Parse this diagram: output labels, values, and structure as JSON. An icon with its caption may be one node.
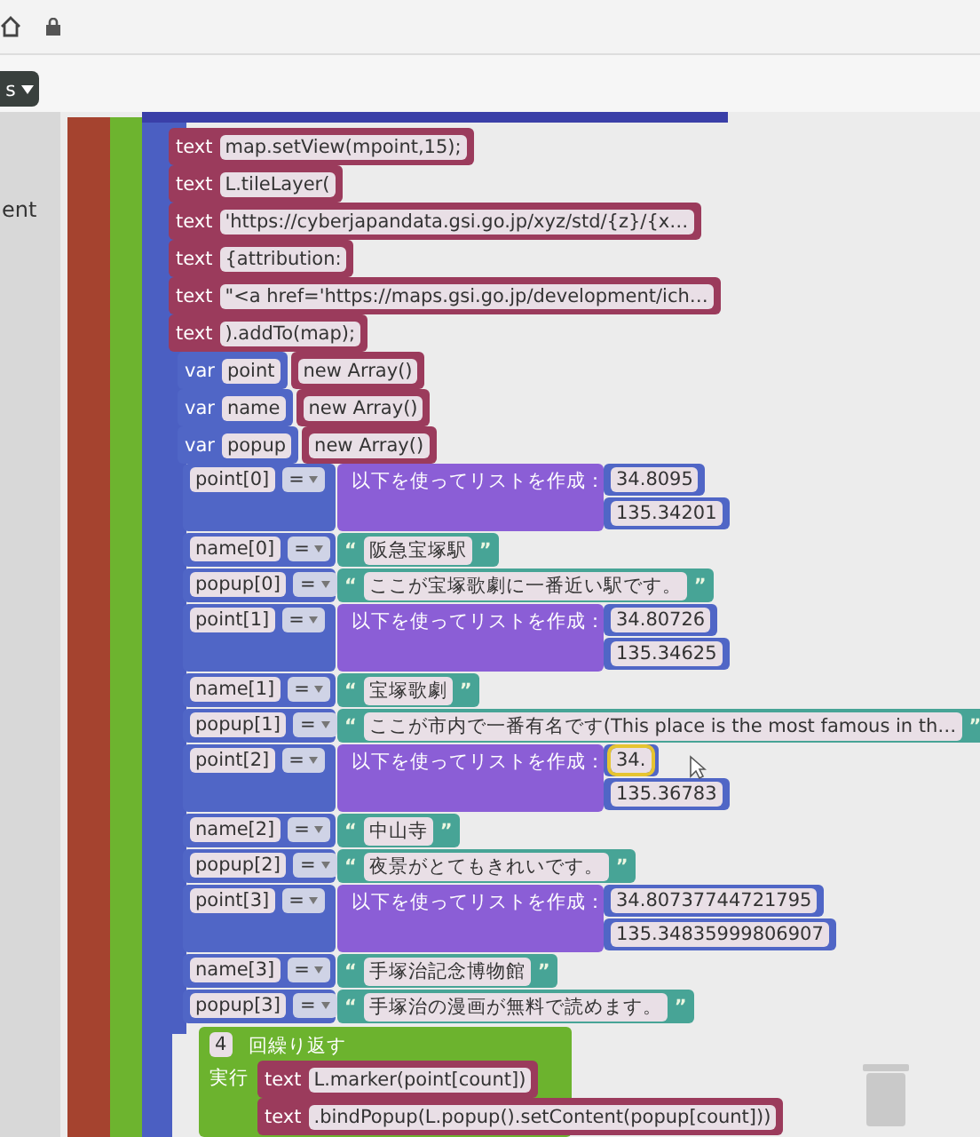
{
  "diagram": {
    "labels": [
      "s",
      "ent",
      "text",
      "map.setView(mpoint,15);",
      "text",
      "L.tileLayer(",
      "text",
      "'https://cyberjapandata.gsi.go.jp/xyz/std/{z}/{x…",
      "text",
      "{attribution:",
      "text",
      "\"<a href='https://maps.gsi.go.jp/development/ich…",
      "text",
      ").addTo(map);",
      "var",
      "point",
      "new Array()",
      "var",
      "name",
      "new Array()",
      "var",
      "popup",
      "new Array()",
      "point[0]",
      "=",
      "以下を使ってリストを作成：",
      "34.8095",
      "135.34201",
      "name[0]",
      "=",
      "“",
      "阪急宝塚駅",
      "”",
      "popup[0]",
      "=",
      "“",
      "ここが宝塚歌劇に一番近い駅です。",
      "”",
      "point[1]",
      "=",
      "以下を使ってリストを作成：",
      "34.80726",
      "135.34625",
      "name[1]",
      "=",
      "“",
      "宝塚歌劇",
      "”",
      "popup[1]",
      "=",
      "“",
      "ここが市内で一番有名です(This place is the most famous in th…",
      "”",
      "point[2]",
      "=",
      "以下を使ってリストを作成：",
      "34.",
      "135.36783",
      "name[2]",
      "=",
      "“",
      "中山寺",
      "”",
      "popup[2]",
      "=",
      "“",
      "夜景がとてもきれいです。",
      "”",
      "point[3]",
      "=",
      "以下を使ってリストを作成：",
      "34.80737744721795",
      "135.34835999806907",
      "name[3]",
      "=",
      "“",
      "手塚治記念博物館",
      "”",
      "popup[3]",
      "=",
      "“",
      "手塚治の漫画が無料で読めます。",
      "”",
      "4",
      "回繰り返す",
      "実行",
      "text",
      "L.marker(point[count])",
      "text",
      ".bindPopup(L.popup().setContent(popup[count]))"
    ]
  }
}
